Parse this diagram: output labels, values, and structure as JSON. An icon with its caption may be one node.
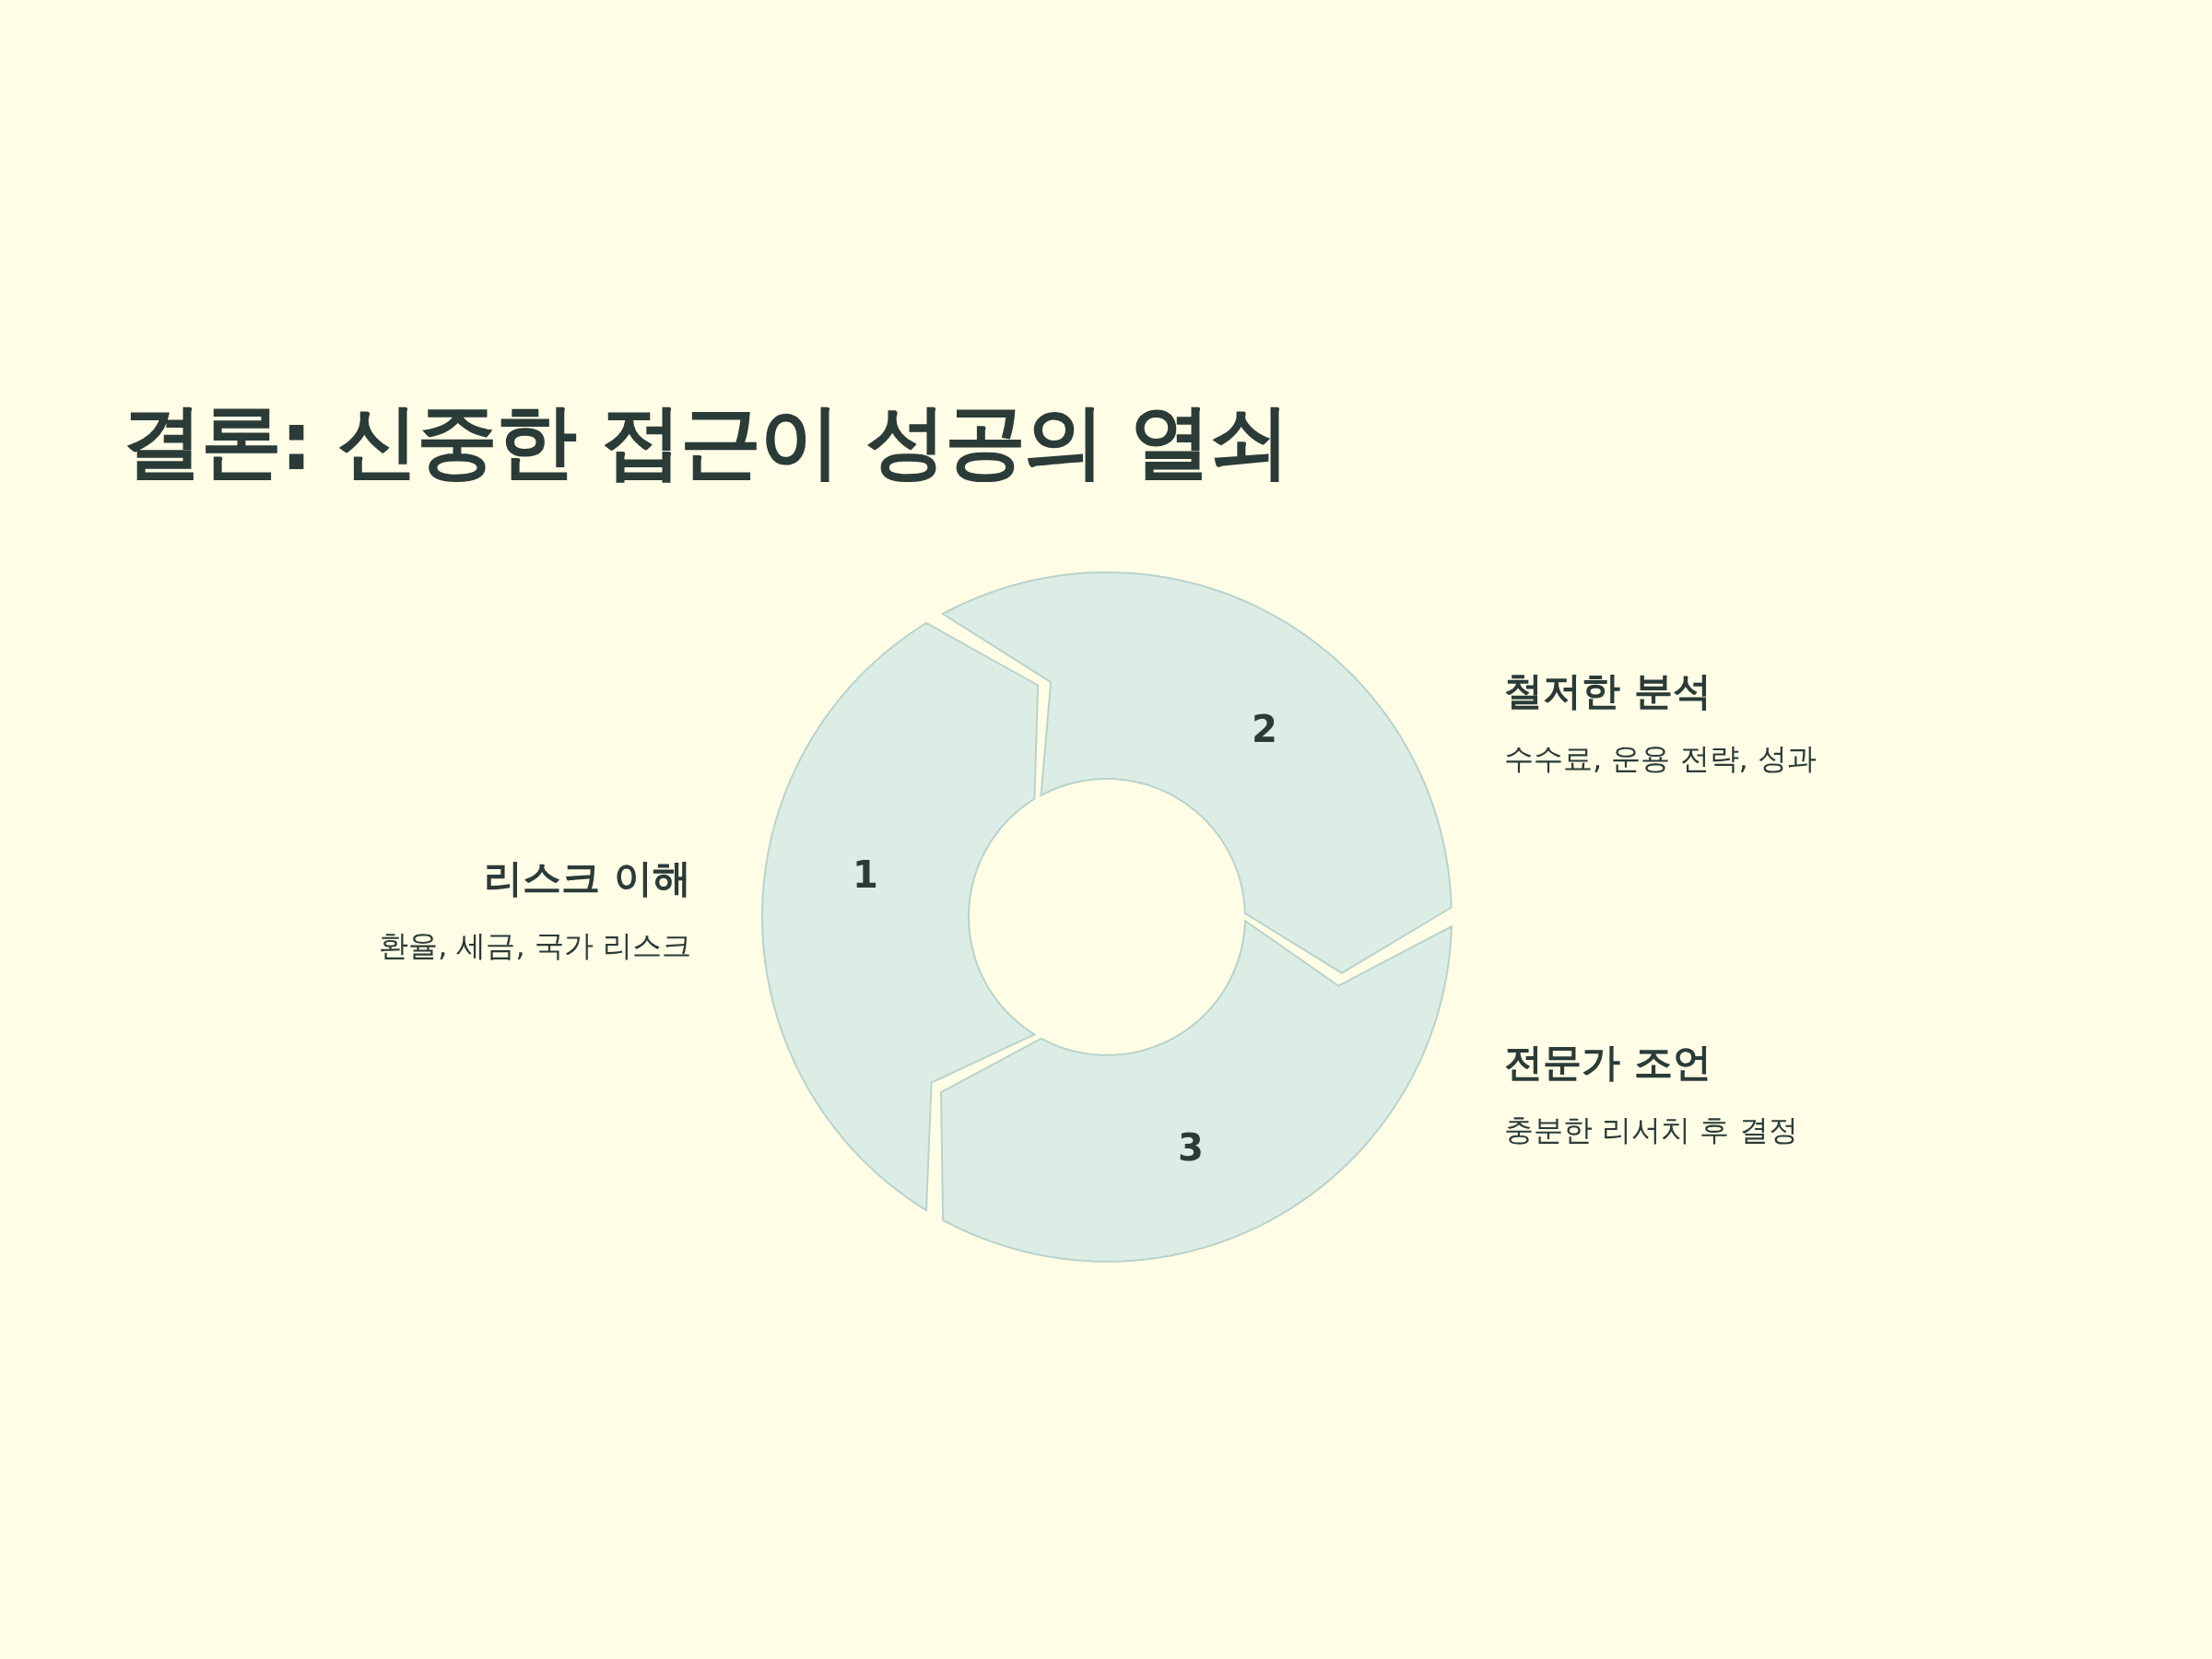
{
  "diagram": {
    "title": "결론: 신중한 접근이 성공의 열쇠",
    "nodes": [
      {
        "text": [
          "1"
        ],
        "beside": [
          "리스크 이해",
          "환율, 세금, 국가 리스크"
        ]
      },
      {
        "text": [
          "2"
        ],
        "beside": [
          "철저한 분석",
          "수수료, 운용 전략, 성과"
        ]
      },
      {
        "text": [
          "3"
        ],
        "beside": [
          "전문가 조언",
          "충분한 리서치 후 결정"
        ]
      }
    ]
  }
}
